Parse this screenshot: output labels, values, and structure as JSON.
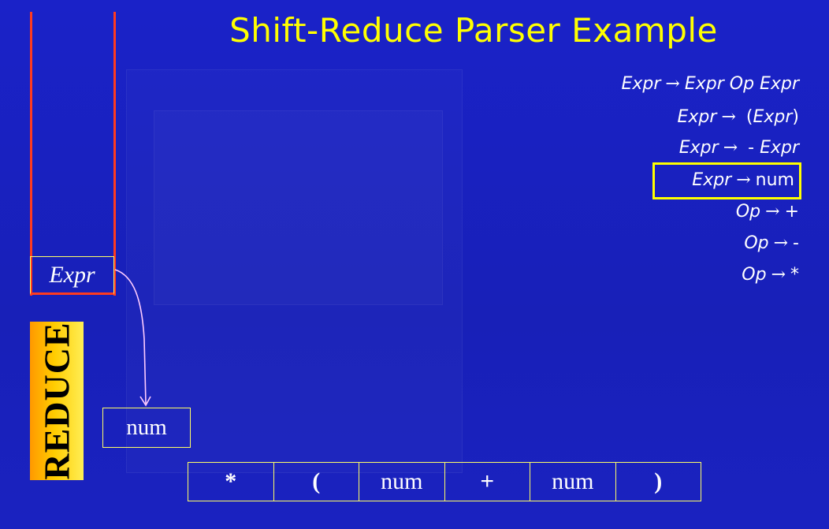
{
  "title": "Shift-Reduce Parser Example",
  "stack": {
    "top_symbol": "Expr"
  },
  "action": {
    "label": "REDUCE"
  },
  "popped": {
    "symbol": "num"
  },
  "input_tape": [
    "*",
    "(",
    "num",
    "+",
    "num",
    ")"
  ],
  "grammar": [
    {
      "lhs": "Expr",
      "arrow": "→",
      "rhs": "Expr Op  Expr",
      "rhs_italic": true
    },
    {
      "lhs": "Expr",
      "arrow": "→",
      "rhs_pre": "(",
      "rhs_mid": "Expr",
      "rhs_post": ")"
    },
    {
      "lhs": "Expr",
      "arrow": "→",
      "rhs_pre": "- ",
      "rhs_mid": "Expr",
      "rhs_post": ""
    },
    {
      "lhs": "Expr",
      "arrow": "→",
      "rhs": "num",
      "rhs_italic": false,
      "highlighted": true
    },
    {
      "lhs": "Op",
      "arrow": "→",
      "rhs": "+",
      "rhs_italic": false
    },
    {
      "lhs": "Op",
      "arrow": "→",
      "rhs": "-",
      "rhs_italic": false
    },
    {
      "lhs": "Op",
      "arrow": "→",
      "rhs": "*",
      "rhs_italic": false
    }
  ],
  "colors": {
    "background": "#1a22c8",
    "title": "#ffff00",
    "stack_border": "#ff3b1f",
    "highlight": "#ffff00"
  }
}
